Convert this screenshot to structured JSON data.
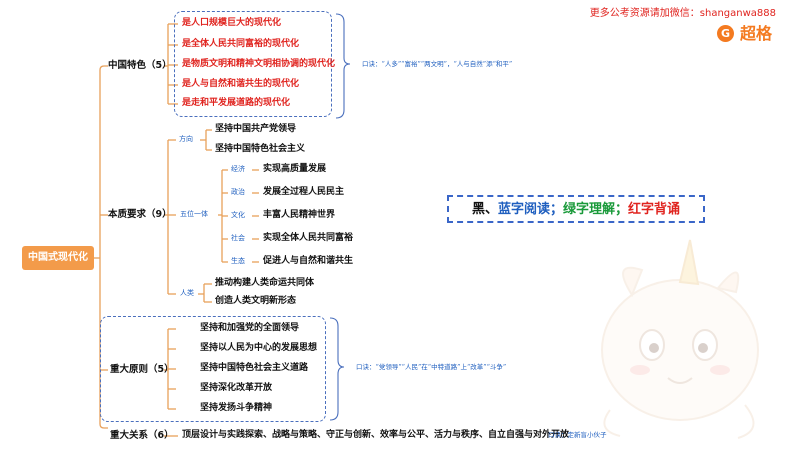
{
  "watermark": {
    "top_text": "更多公考资源请加微信：shanganwa888",
    "logo_icon_text": "G",
    "logo_text": "超格"
  },
  "root": {
    "label": "中国式现代化"
  },
  "legend": {
    "black": "黑、",
    "blue": "蓝字阅读；",
    "green": "绿字理解；",
    "red": "红字背诵"
  },
  "colors": {
    "root": "#f39b4a",
    "red": "#e0241f",
    "blue": "#1f5fbf",
    "green": "#1a9a3a",
    "line": "#e8a05a",
    "dash": "#4a6fbd"
  },
  "features": {
    "label": "中国特色（5）",
    "items": [
      "是人口规模巨大的现代化",
      "是全体人民共同富裕的现代化",
      "是物质文明和精神文明相协调的现代化",
      "是人与自然和谐共生的现代化",
      "是走和平发展道路的现代化"
    ],
    "note": "口诀：“人多”“富裕”“两文明”，“人与自然”添“和平”"
  },
  "requirements": {
    "label": "本质要求（9）",
    "direction": {
      "label": "方向",
      "items": [
        "坚持中国共产党领导",
        "坚持中国特色社会主义"
      ]
    },
    "five": {
      "label": "五位一体",
      "items": [
        {
          "tag": "经济",
          "text": "实现高质量发展"
        },
        {
          "tag": "政治",
          "text": "发展全过程人民民主"
        },
        {
          "tag": "文化",
          "text": "丰富人民精神世界"
        },
        {
          "tag": "社会",
          "text": "实现全体人民共同富裕"
        },
        {
          "tag": "生态",
          "text": "促进人与自然和谐共生"
        }
      ]
    },
    "mankind": {
      "label": "人类",
      "items": [
        "推动构建人类命运共同体",
        "创造人类文明新形态"
      ]
    }
  },
  "principles": {
    "label": "重大原则（5）",
    "items": [
      "坚持和加强党的全面领导",
      "坚持以人民为中心的发展思想",
      "坚持中国特色社会主义道路",
      "坚持深化改革开放",
      "坚持发扬斗争精神"
    ],
    "note": "口诀：“党领导”“人民”在“中特道路”上“改革”“斗争”"
  },
  "relations": {
    "label": "重大关系（6）",
    "text": "顶层设计与实践探索、战略与策略、守正与创新、效率与公平、活力与秩序、自立自强与对外开放",
    "note": "口诀：定新盲小伙子"
  }
}
